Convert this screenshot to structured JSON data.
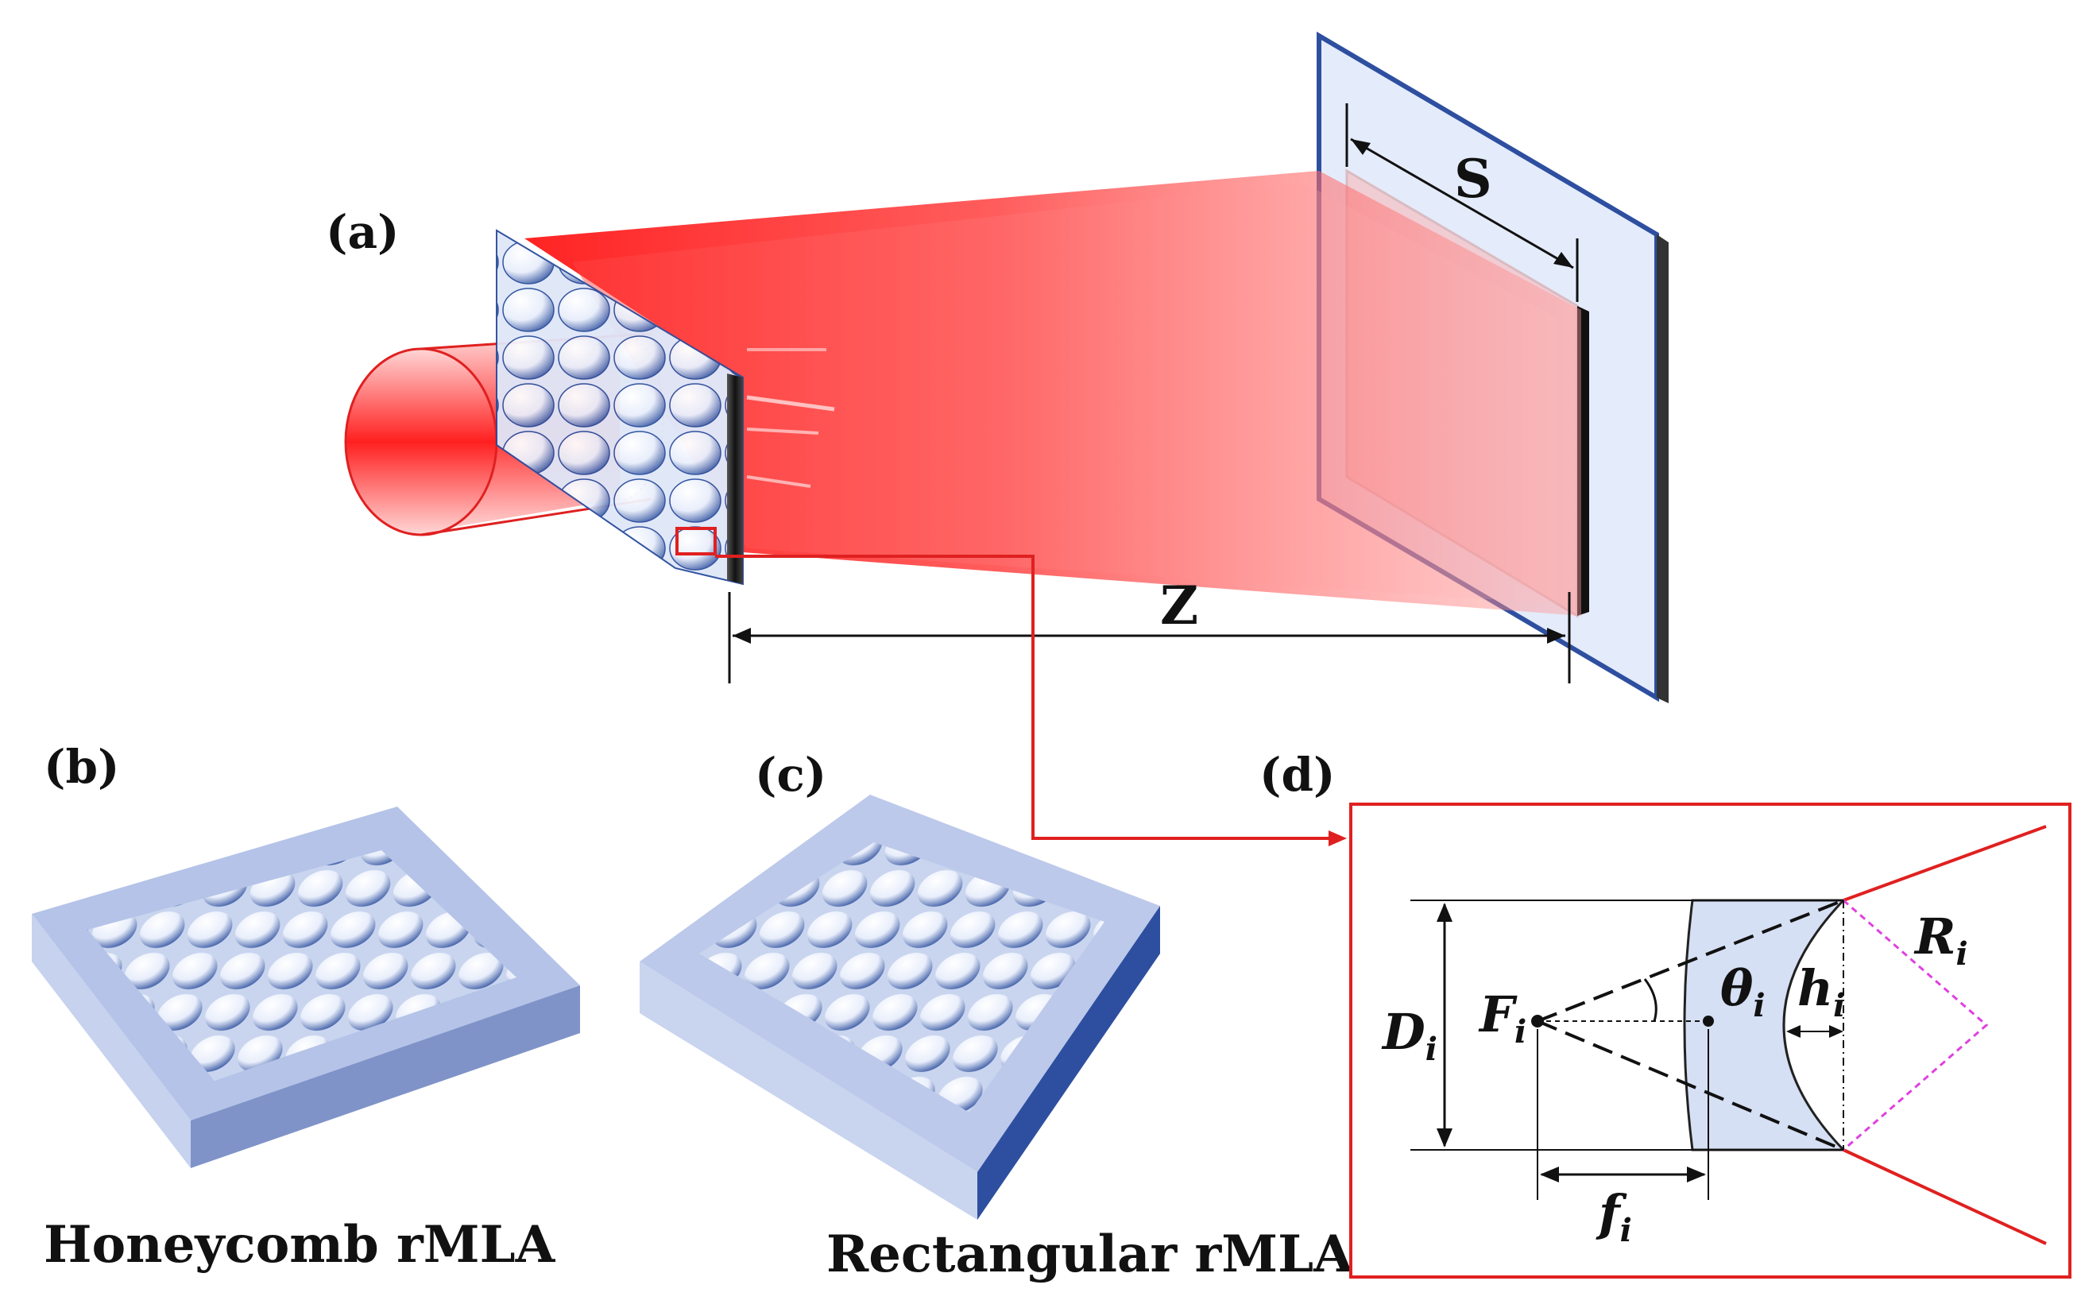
{
  "panels": {
    "a": {
      "label": "(a)",
      "dim_screen": "S",
      "dim_distance": "Z"
    },
    "b": {
      "label": "(b)",
      "caption": "Honeycomb rMLA"
    },
    "c": {
      "label": "(c)",
      "caption": "Rectangular rMLA"
    },
    "d": {
      "label": "(d)",
      "focal_point": "F",
      "focal_sub": "i",
      "aperture": "D",
      "aperture_sub": "i",
      "angle": "θ",
      "angle_sub": "i",
      "sag": "h",
      "sag_sub": "i",
      "radius": "R",
      "radius_sub": "i",
      "focal_length": "f",
      "focal_length_sub": "i"
    }
  },
  "colors": {
    "beam": "#ff2a2a",
    "accent_red": "#e02020",
    "substrate": "#aebfe4",
    "substrate_dark": "#2e4fa0",
    "lens_blue": "#2a4c9c",
    "radius_dash": "#e040e0"
  }
}
